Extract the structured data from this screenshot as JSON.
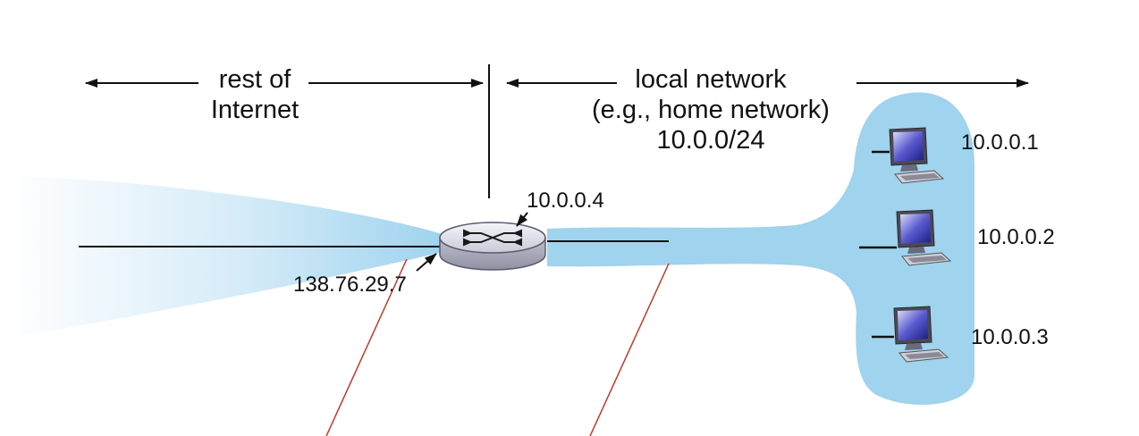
{
  "regions": {
    "internet": {
      "line1": "rest of",
      "line2": "Internet"
    },
    "local": {
      "line1": "local network",
      "line2": "(e.g., home network)",
      "line3": "10.0.0/24"
    }
  },
  "router": {
    "lan_ip": "10.0.0.4",
    "wan_ip": "138.76.29.7"
  },
  "hosts": [
    {
      "ip": "10.0.0.1"
    },
    {
      "ip": "10.0.0.2"
    },
    {
      "ip": "10.0.0.3"
    }
  ],
  "colors": {
    "network_fill": "#9fd3ee",
    "arrow": "#111111",
    "pointer_line": "#c0392b"
  }
}
